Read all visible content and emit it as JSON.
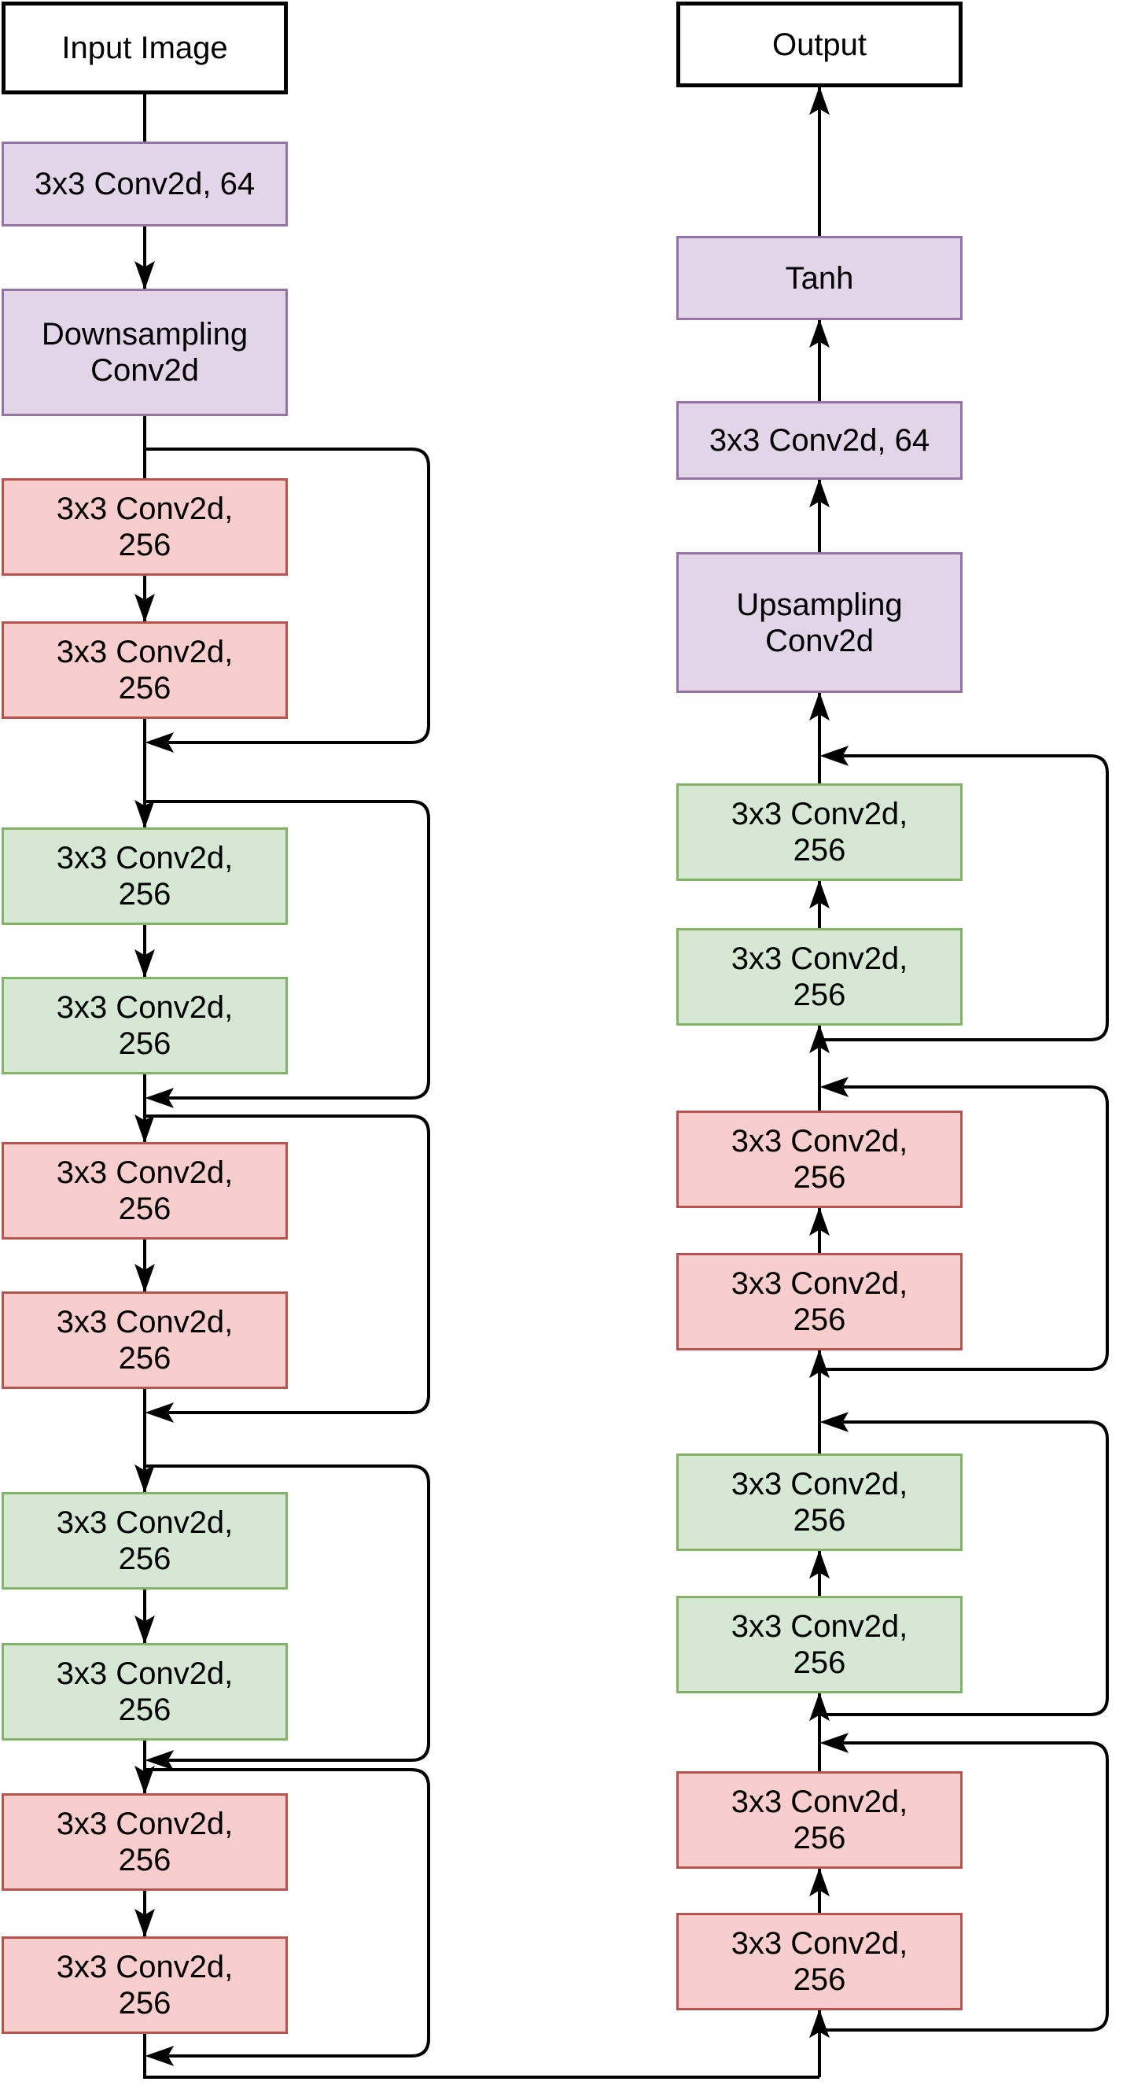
{
  "diagram": {
    "type": "neural-network-architecture-flowchart",
    "description": "Encoder-decoder residual CNN: left column flows top to bottom from Input Image through downsampling and residual conv blocks; bottom connector feeds right column which flows bottom to top through residual conv blocks, upsampling, Tanh to Output.",
    "legend": {
      "purple": "conv / resampling layers",
      "red": "residual pair of 3x3 conv layers (256 channels)",
      "green": "residual pair of 3x3 conv layers (256 channels)",
      "white": "input / output tensors"
    }
  },
  "colors": {
    "io_fill": "#ffffff",
    "purple_fill": "#e1d5e7",
    "purple_stroke": "#9673a6",
    "red_fill": "#f8cecc",
    "red_stroke": "#b85450",
    "green_fill": "#d5e8d4",
    "green_stroke": "#82b366",
    "line": "#000000"
  },
  "columns": {
    "left": {
      "flow": "top-to-bottom",
      "nodes": [
        {
          "id": "input-image",
          "label": "Input Image",
          "kind": "io"
        },
        {
          "id": "conv64-in",
          "label": "3x3 Conv2d, 64",
          "kind": "purple"
        },
        {
          "id": "downsampling",
          "label": "Downsampling\nConv2d",
          "kind": "purple"
        },
        {
          "id": "enc-res1-conv1",
          "label": "3x3 Conv2d,\n256",
          "kind": "red"
        },
        {
          "id": "enc-res1-conv2",
          "label": "3x3 Conv2d,\n256",
          "kind": "red"
        },
        {
          "id": "enc-res2-conv1",
          "label": "3x3 Conv2d,\n256",
          "kind": "green"
        },
        {
          "id": "enc-res2-conv2",
          "label": "3x3 Conv2d,\n256",
          "kind": "green"
        },
        {
          "id": "enc-res3-conv1",
          "label": "3x3 Conv2d,\n256",
          "kind": "red"
        },
        {
          "id": "enc-res3-conv2",
          "label": "3x3 Conv2d,\n256",
          "kind": "red"
        },
        {
          "id": "enc-res4-conv1",
          "label": "3x3 Conv2d,\n256",
          "kind": "green"
        },
        {
          "id": "enc-res4-conv2",
          "label": "3x3 Conv2d,\n256",
          "kind": "green"
        },
        {
          "id": "enc-res5-conv1",
          "label": "3x3 Conv2d,\n256",
          "kind": "red"
        },
        {
          "id": "enc-res5-conv2",
          "label": "3x3 Conv2d,\n256",
          "kind": "red"
        }
      ],
      "skip_connection_count": 5
    },
    "right": {
      "flow": "bottom-to-top",
      "nodes": [
        {
          "id": "output",
          "label": "Output",
          "kind": "io"
        },
        {
          "id": "tanh",
          "label": "Tanh",
          "kind": "purple"
        },
        {
          "id": "conv64-out",
          "label": "3x3 Conv2d, 64",
          "kind": "purple"
        },
        {
          "id": "upsampling",
          "label": "Upsampling\nConv2d",
          "kind": "purple"
        },
        {
          "id": "dec-res4-conv1",
          "label": "3x3 Conv2d,\n256",
          "kind": "green"
        },
        {
          "id": "dec-res4-conv2",
          "label": "3x3 Conv2d,\n256",
          "kind": "green"
        },
        {
          "id": "dec-res3-conv1",
          "label": "3x3 Conv2d,\n256",
          "kind": "red"
        },
        {
          "id": "dec-res3-conv2",
          "label": "3x3 Conv2d,\n256",
          "kind": "red"
        },
        {
          "id": "dec-res2-conv1",
          "label": "3x3 Conv2d,\n256",
          "kind": "green"
        },
        {
          "id": "dec-res2-conv2",
          "label": "3x3 Conv2d,\n256",
          "kind": "green"
        },
        {
          "id": "dec-res1-conv1",
          "label": "3x3 Conv2d,\n256",
          "kind": "red"
        },
        {
          "id": "dec-res1-conv2",
          "label": "3x3 Conv2d,\n256",
          "kind": "red"
        }
      ],
      "skip_connection_count": 4
    }
  },
  "connections": {
    "main_edges": "vertical arrows between consecutive blocks in each column",
    "cross_edge": "bottom horizontal connector from left column output into bottom of right column",
    "skip_edges": "rounded rectangular loops bypassing each pair of 3x3 Conv2d, 256 blocks"
  }
}
